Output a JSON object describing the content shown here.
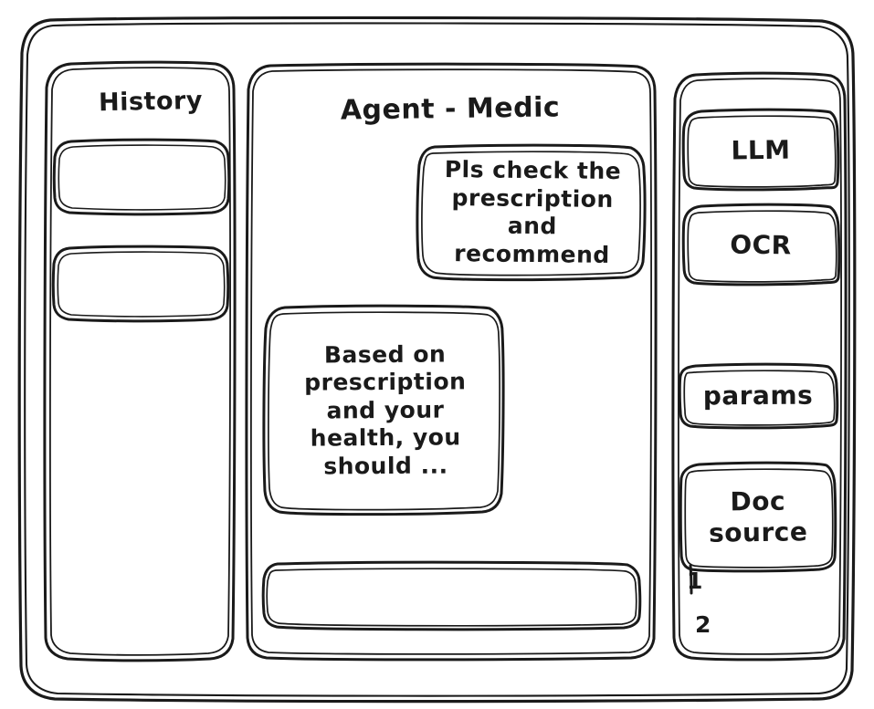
{
  "window": {
    "style": "hand-drawn-wireframe",
    "stroke_color": "#1a1a1a",
    "background_color": "#ffffff"
  },
  "sidebar": {
    "title": "History",
    "items": [
      {
        "label": ""
      },
      {
        "label": ""
      }
    ]
  },
  "main": {
    "title": "Agent - Medic",
    "messages": [
      {
        "role": "user",
        "text": "Pls check the prescription and recommend"
      },
      {
        "role": "assistant",
        "text": "Based on prescription and your health, you should ..."
      }
    ],
    "composer": {
      "value": "",
      "placeholder": ""
    }
  },
  "right_panel": {
    "chips": [
      {
        "label": "LLM"
      },
      {
        "label": "OCR"
      },
      {
        "label": "params"
      },
      {
        "label": "Doc source"
      }
    ],
    "doc_source_items": [
      {
        "label": "1"
      },
      {
        "label": "2"
      }
    ]
  }
}
